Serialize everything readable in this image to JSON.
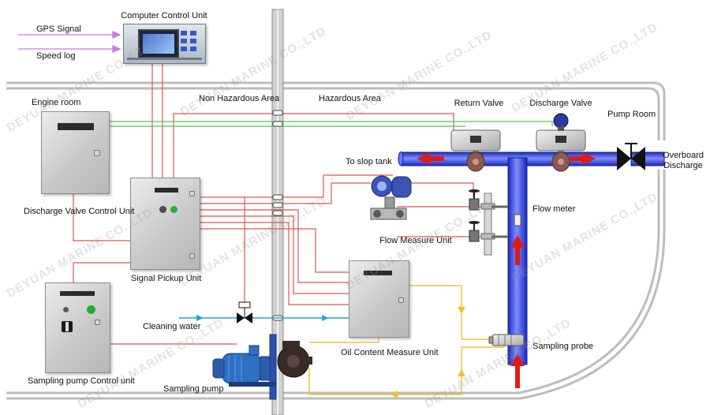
{
  "labels": {
    "computer_control_unit": "Computer Control Unit",
    "gps_signal": "GPS Signal",
    "speed_log": "Speed log",
    "engine_room": "Engine room",
    "non_hazardous_area": "Non Hazardous Area",
    "hazardous_area": "Hazardous Area",
    "return_valve": "Return Valve",
    "discharge_valve": "Discharge Valve",
    "pump_room": "Pump Room",
    "overboard_discharge_line1": "Overboard",
    "overboard_discharge_line2": "Discharge",
    "to_slop_tank": "To slop tank",
    "discharge_valve_control_unit": "Discharge Valve Control Unit",
    "signal_pickup_unit": "Signal Pickup Unit",
    "flow_measure_unit": "Flow Measure Unit",
    "flow_meter": "Flow meter",
    "cleaning_water": "Cleaning water",
    "oil_content_measure_unit": "Oil Content Measure Unit",
    "sampling_probe": "Sampling probe",
    "sampling_pump_control_unit": "Sampling pump Control unit",
    "sampling_pump": "Sampling pump"
  },
  "watermark": "DEYUAN MARINE CO.,LTD",
  "icons": [
    "butterfly-valve-icon",
    "globe-valve-icon",
    "gate-valve-icon",
    "flow-arrow-icon",
    "pump-motor-icon",
    "pressure-transmitter-icon"
  ],
  "colors": {
    "pipe_blue": "#2f3fd6",
    "flow_red": "#e01b1b",
    "signal_red": "#e0554f",
    "signal_green": "#4cc94c",
    "signal_purple": "#c879e8",
    "water_cyan": "#1fa8d8",
    "sample_yellow": "#f2c12e",
    "bulkhead_grey": "#bdbdbd"
  }
}
